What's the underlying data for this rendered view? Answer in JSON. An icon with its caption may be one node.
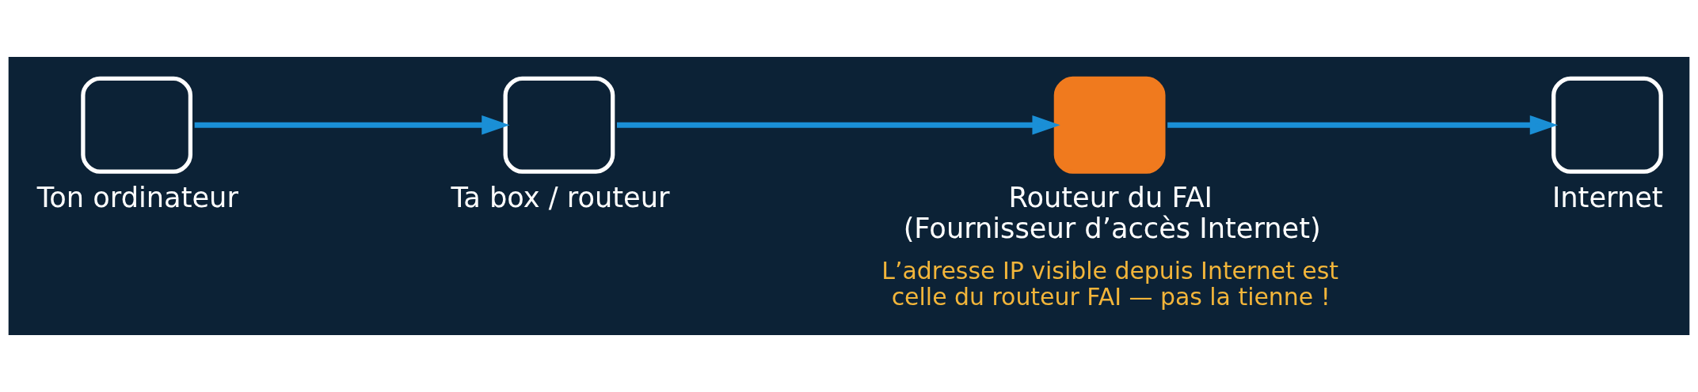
{
  "diagram": {
    "nodes": [
      {
        "text": [
          "Ton ordinateur"
        ]
      },
      {
        "text": [
          "Ta box / routeur"
        ]
      },
      {
        "text": [
          "Routeur du FAI (Fournisseur d’accès Internet)"
        ],
        "beside": [
          "L’adresse IP visible depuis Internet est celle du routeur FAI — pas la tienne !"
        ]
      },
      {
        "text": [
          "Internet"
        ]
      }
    ],
    "edges": [
      {
        "from": 0,
        "to": 1,
        "arrow": "to"
      },
      {
        "from": 1,
        "to": 2,
        "arrow": "to"
      },
      {
        "from": 2,
        "to": 3,
        "arrow": "to"
      }
    ]
  }
}
